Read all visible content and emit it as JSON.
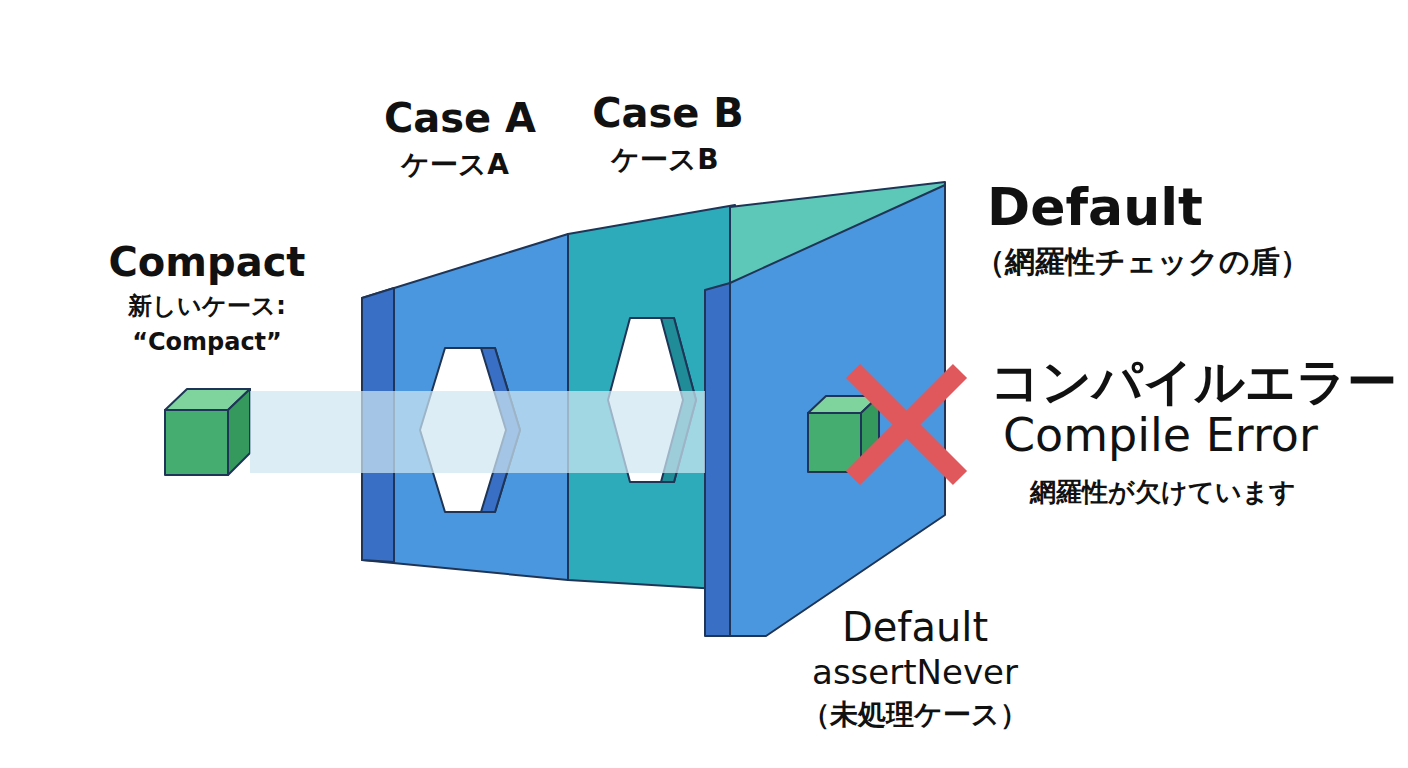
{
  "diagram": {
    "nodes": [
      {
        "text": [
          "Compact",
          "新しいケース: “Compact”"
        ]
      },
      {
        "text": [
          "Case A",
          "ケースA"
        ]
      },
      {
        "text": [
          "Case B",
          "ケースB"
        ]
      },
      {
        "text": [
          "Default",
          "（網羅性チェックの盾）"
        ]
      }
    ],
    "edges": [
      {
        "from": 0,
        "to": 3,
        "arrow": "none"
      }
    ],
    "labels": [
      "コンパイルエラー",
      "Compile Error",
      "網羅性が欠けています",
      "Default",
      "assertNever",
      "（未処理ケース）"
    ]
  }
}
